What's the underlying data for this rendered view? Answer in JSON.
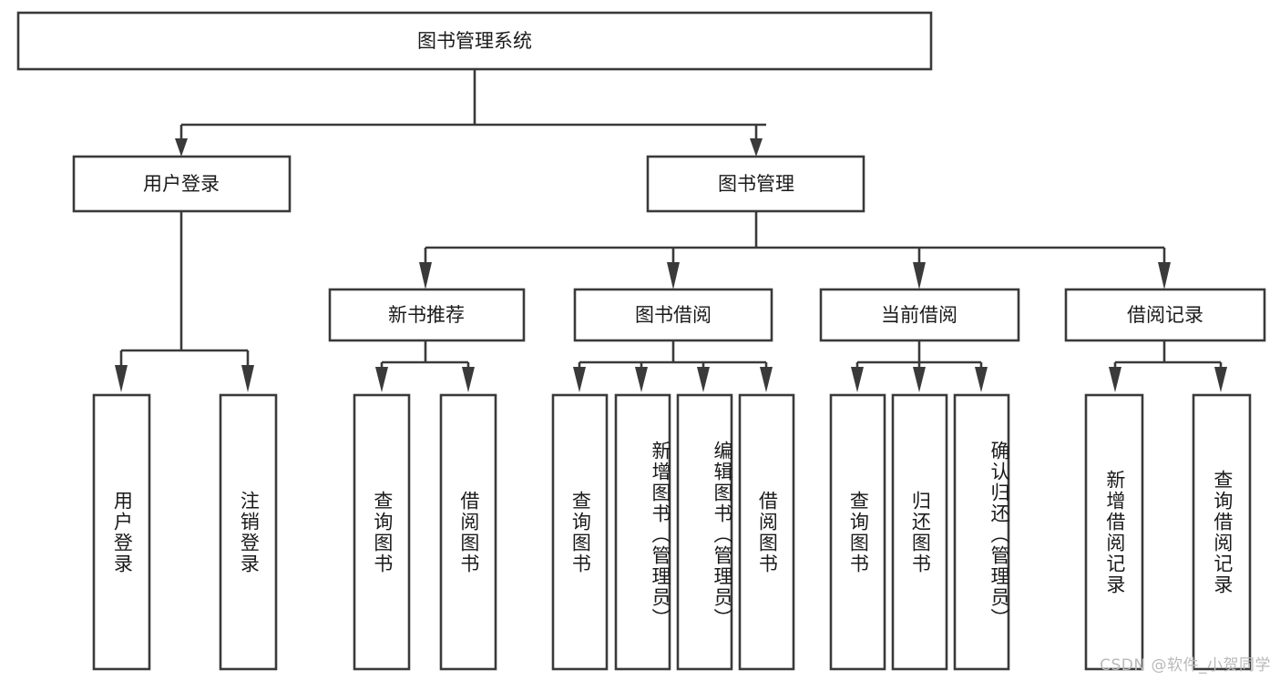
{
  "diagram": {
    "type": "tree-hierarchy-flowchart",
    "title": "图书管理系统",
    "background_color": "#ffffff",
    "line_color": "#3a3a3a",
    "text_color": "#1a1a1a",
    "root": {
      "id": "root",
      "label": "图书管理系统",
      "orientation": "horizontal"
    },
    "level2": [
      {
        "id": "user-login",
        "label": "用户登录",
        "orientation": "horizontal"
      },
      {
        "id": "book-manage",
        "label": "图书管理",
        "orientation": "horizontal"
      }
    ],
    "level3": [
      {
        "id": "new-book-recommend",
        "label": "新书推荐",
        "orientation": "horizontal",
        "parent": "book-manage"
      },
      {
        "id": "book-borrow",
        "label": "图书借阅",
        "orientation": "horizontal",
        "parent": "book-manage"
      },
      {
        "id": "current-borrow",
        "label": "当前借阅",
        "orientation": "horizontal",
        "parent": "book-manage"
      },
      {
        "id": "borrow-record",
        "label": "借阅记录",
        "orientation": "horizontal",
        "parent": "book-manage"
      }
    ],
    "leaves": [
      {
        "id": "leaf-user-login",
        "label": "用户登录",
        "orientation": "vertical",
        "parent": "user-login"
      },
      {
        "id": "leaf-user-logout",
        "label": "注销登录",
        "orientation": "vertical",
        "parent": "user-login"
      },
      {
        "id": "leaf-query-book-1",
        "label": "查询图书",
        "orientation": "vertical",
        "parent": "new-book-recommend"
      },
      {
        "id": "leaf-borrow-book-1",
        "label": "借阅图书",
        "orientation": "vertical",
        "parent": "new-book-recommend"
      },
      {
        "id": "leaf-query-book-2",
        "label": "查询图书",
        "orientation": "vertical",
        "parent": "book-borrow"
      },
      {
        "id": "leaf-add-book",
        "label": "新增图书（管理员）",
        "orientation": "vertical",
        "parent": "book-borrow"
      },
      {
        "id": "leaf-edit-book",
        "label": "编辑图书（管理员）",
        "orientation": "vertical",
        "parent": "book-borrow"
      },
      {
        "id": "leaf-borrow-book-2",
        "label": "借阅图书",
        "orientation": "vertical",
        "parent": "book-borrow"
      },
      {
        "id": "leaf-query-book-3",
        "label": "查询图书",
        "orientation": "vertical",
        "parent": "current-borrow"
      },
      {
        "id": "leaf-return-book",
        "label": "归还图书",
        "orientation": "vertical",
        "parent": "current-borrow"
      },
      {
        "id": "leaf-confirm-return",
        "label": "确认归还（管理员）",
        "orientation": "vertical",
        "parent": "current-borrow"
      },
      {
        "id": "leaf-add-record",
        "label": "新增借阅记录",
        "orientation": "vertical",
        "parent": "borrow-record"
      },
      {
        "id": "leaf-query-record",
        "label": "查询借阅记录",
        "orientation": "vertical",
        "parent": "borrow-record"
      }
    ]
  },
  "watermark": {
    "text": "CSDN @软件_小贺同学"
  }
}
